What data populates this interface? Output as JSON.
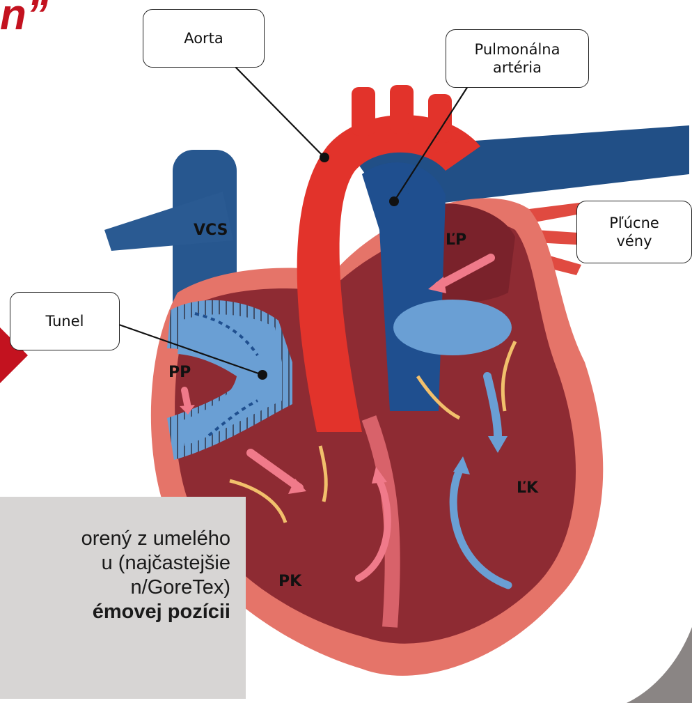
{
  "title_fragment": "n”",
  "labels": {
    "aorta": "Aorta",
    "pulmonary_line1": "Pulmonálna",
    "pulmonary_line2": "artéria",
    "pulm_veins_line1": "Pľúcne",
    "pulm_veins_line2": "vény",
    "tunnel": "Tunel"
  },
  "heart_labels": {
    "vcs": "VCS",
    "lp": "ĽP",
    "pp": "PP",
    "lk": "ĽK",
    "pk": "PK"
  },
  "note_lines": [
    "orený z umelého",
    "u (najčastejšie",
    "n/GoreTex)",
    "émovej pozícii"
  ],
  "colors": {
    "title": "#c3121f",
    "aorta": "#e2332b",
    "vein_blue": "#1f4f8f",
    "tunnel_blue": "#6a9fd4",
    "heart_outer": "#e57469",
    "heart_inner": "#8e2b33",
    "note_bg": "#d7d5d4"
  }
}
